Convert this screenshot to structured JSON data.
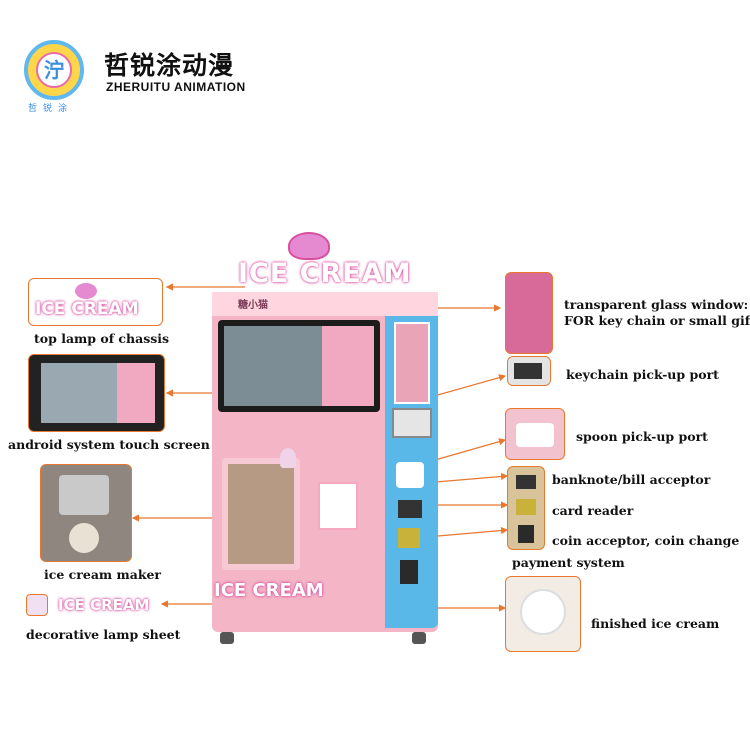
{
  "brand": {
    "name_cn": "哲锐涂动漫",
    "name_en": "ZHERUITU ANIMATION",
    "logo_glyph": "泞",
    "logo_sub": "哲锐涂"
  },
  "machine": {
    "top_sign": "ICE CREAM",
    "bottom_sign": "ICE CREAM",
    "header_brand": "糖小猫"
  },
  "labels": {
    "top_lamp": "top lamp of chassis",
    "touch_screen": "android system touch screen",
    "maker": "ice cream maker",
    "lamp_sheet": "decorative lamp sheet",
    "glass_window_1": "transparent glass window:",
    "glass_window_2": "FOR key chain or small gift",
    "keychain_port": "keychain pick-up port",
    "spoon_port": "spoon pick-up port",
    "bill_acceptor": "banknote/bill acceptor",
    "card_reader": "card reader",
    "coin_acceptor": "coin acceptor, coin change",
    "payment": "payment system",
    "finished": "finished ice cream"
  },
  "colors": {
    "accent": "#e8782e",
    "cabinet_pink": "#f4b6c6",
    "cabinet_blue": "#5ab8e8",
    "neon_pink": "#d94fa0"
  }
}
